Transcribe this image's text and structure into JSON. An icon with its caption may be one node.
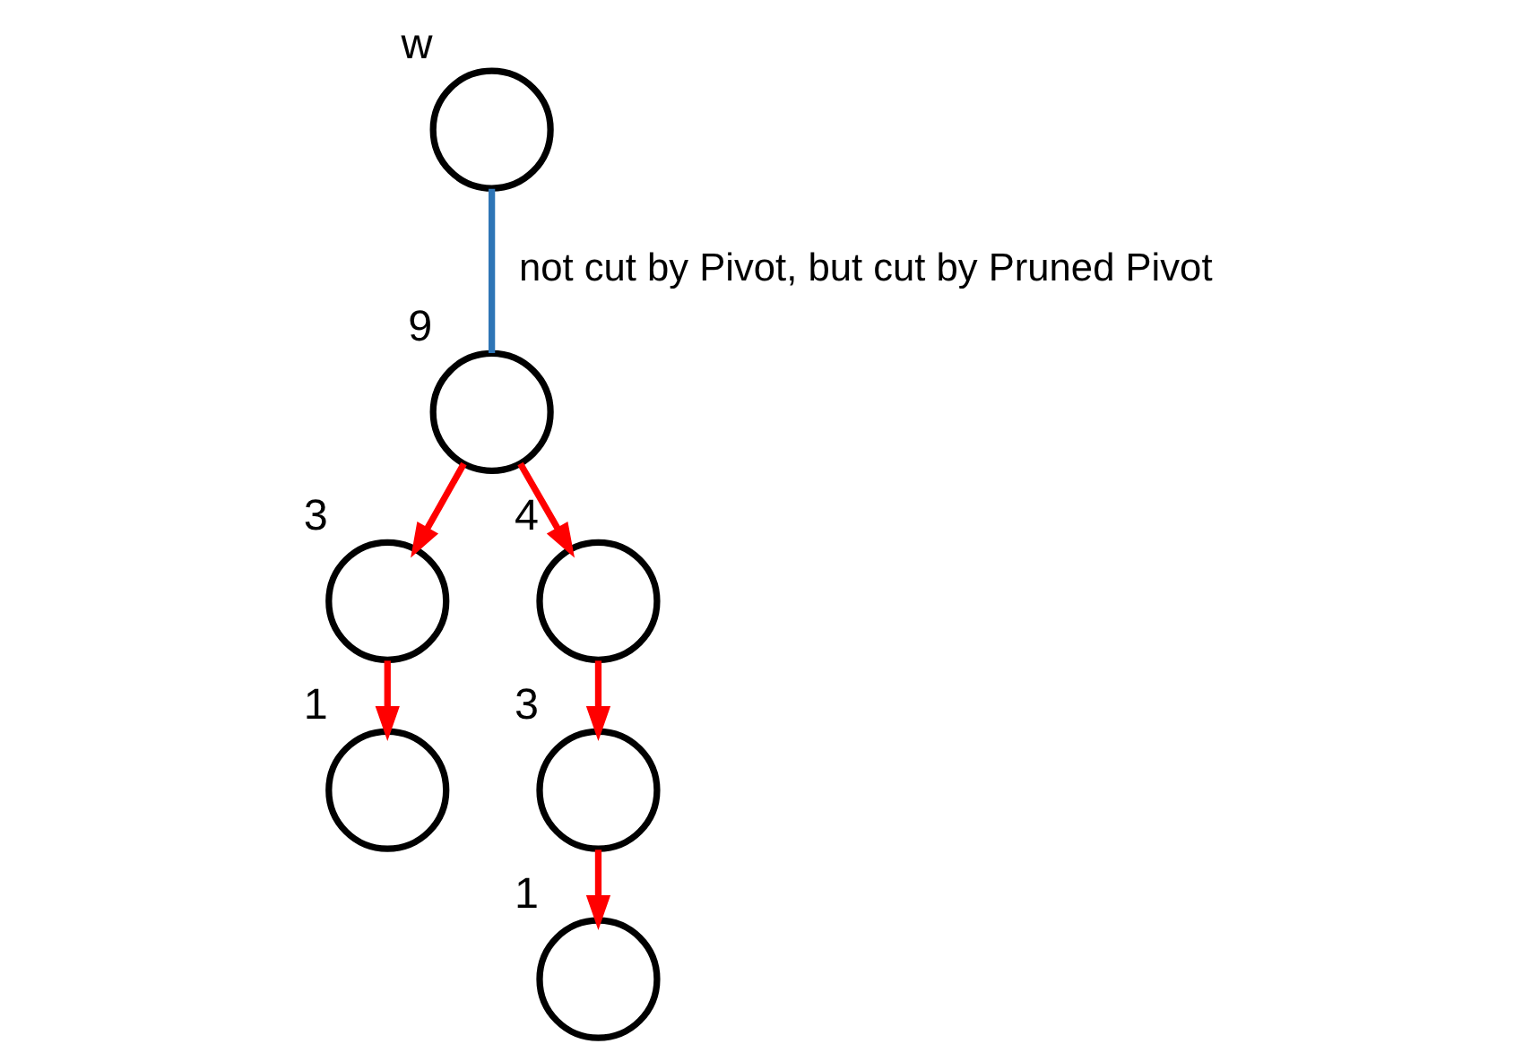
{
  "diagram": {
    "nodes": [
      {
        "text": [],
        "shape": "circle",
        "beside": [
          "w"
        ]
      },
      {
        "text": [],
        "shape": "circle",
        "beside": [
          "9"
        ]
      },
      {
        "text": [],
        "shape": "circle",
        "beside": [
          "3"
        ]
      },
      {
        "text": [],
        "shape": "circle",
        "beside": [
          "4"
        ]
      },
      {
        "text": [],
        "shape": "circle",
        "beside": [
          "1"
        ]
      },
      {
        "text": [],
        "shape": "circle",
        "beside": [
          "3"
        ]
      },
      {
        "text": [],
        "shape": "circle",
        "beside": [
          "1"
        ]
      }
    ],
    "edges": [
      {
        "from": 0,
        "to": 1,
        "arrow": "none",
        "color": "#2e75b6",
        "label": "not cut by Pivot, but cut by Pruned Pivot"
      },
      {
        "from": 1,
        "to": 2,
        "arrow": "to"
      },
      {
        "from": 1,
        "to": 3,
        "arrow": "to"
      },
      {
        "from": 2,
        "to": 4,
        "arrow": "to"
      },
      {
        "from": 3,
        "to": 5,
        "arrow": "to"
      },
      {
        "from": 5,
        "to": 6,
        "arrow": "to"
      }
    ]
  }
}
